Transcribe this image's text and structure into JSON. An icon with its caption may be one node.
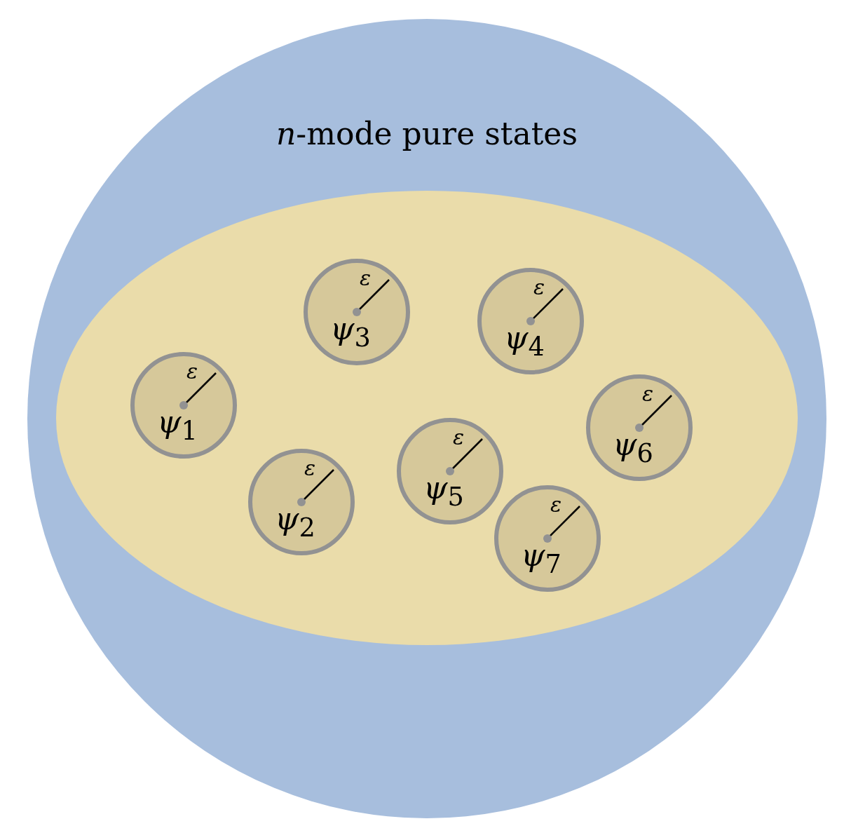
{
  "diagram": {
    "nodes": [
      {
        "text": [
          "*n*-mode pure states"
        ]
      },
      {
        "text": [],
        "shape": "ellipse",
        "in": 0
      },
      {
        "text": [
          "ε",
          "*ψ*$_{1}$"
        ],
        "in": 1
      },
      {
        "text": [
          "ε",
          "*ψ*$_{2}$"
        ],
        "in": 1
      },
      {
        "text": [
          "ε",
          "*ψ*$_{3}$"
        ],
        "in": 1
      },
      {
        "text": [
          "ε",
          "*ψ*$_{4}$"
        ],
        "in": 1
      },
      {
        "text": [
          "ε",
          "*ψ*$_{5}$"
        ],
        "in": 1
      },
      {
        "text": [
          "ε",
          "*ψ*$_{6}$"
        ],
        "in": 1
      },
      {
        "text": [
          "ε",
          "*ψ*$_{7}$"
        ],
        "in": 1
      }
    ]
  }
}
